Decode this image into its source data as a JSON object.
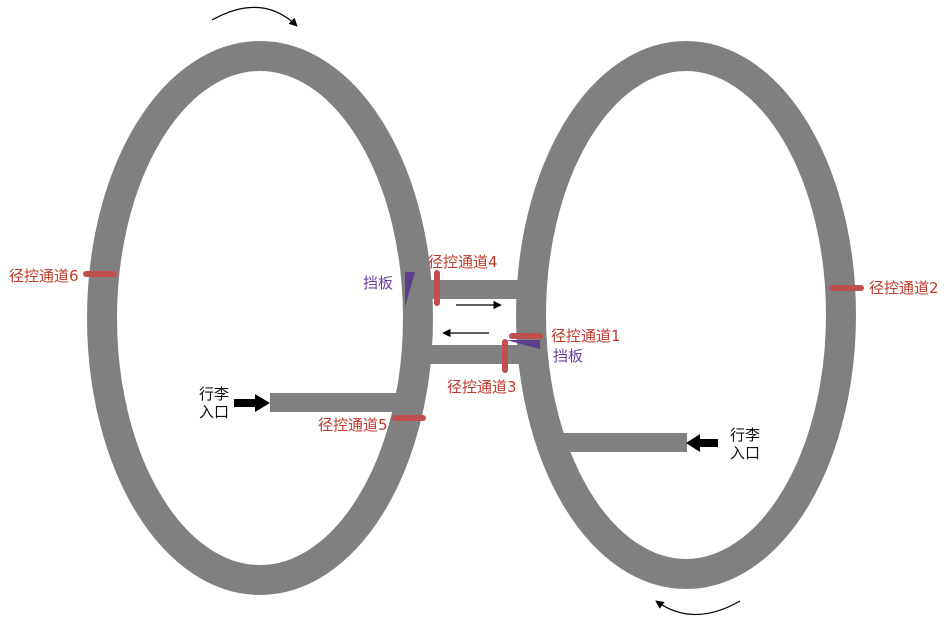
{
  "colors": {
    "track": "#808080",
    "channel_marker": "#c0504d",
    "channel_text": "#c0392b",
    "baffle": "#5b3f8c",
    "baffle_text": "#6a3fa0",
    "arrow": "#000000"
  },
  "channels": {
    "c1": "径控通道1",
    "c2": "径控通道2",
    "c3": "径控通道3",
    "c4": "径控通道4",
    "c5": "径控通道5",
    "c6": "径控通道6"
  },
  "baffles": {
    "upper": "挡板",
    "lower": "挡板"
  },
  "entrances": {
    "left": [
      "行李",
      "入口"
    ],
    "right": [
      "行李",
      "入口"
    ]
  }
}
